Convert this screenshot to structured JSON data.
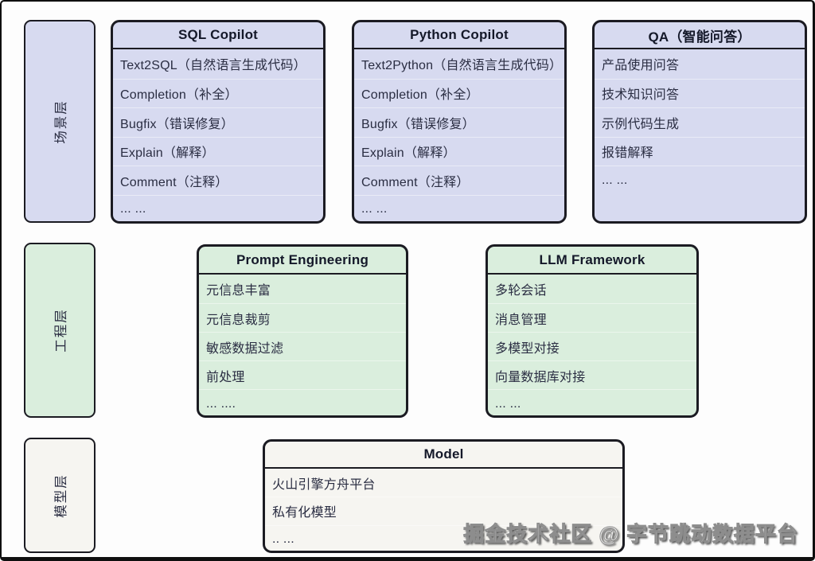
{
  "colors": {
    "background": "#fdfdfd",
    "frame_border": "#0f0f0f",
    "box_border": "#1b1b22",
    "scene_fill": "#d7daf0",
    "engineering_fill": "#daeedd",
    "model_fill": "#f6f5f1",
    "header_text": "#141829",
    "body_text": "#2a2d42"
  },
  "layer_labels": [
    {
      "label": "场景层"
    },
    {
      "label": "工程层"
    },
    {
      "label": "模型层"
    }
  ],
  "boxes": [
    {
      "title": "SQL Copilot",
      "items": [
        "Text2SQL（自然语言生成代码）",
        "Completion（补全）",
        "Bugfix（错误修复）",
        "Explain（解释）",
        "Comment（注释）",
        "... ..."
      ]
    },
    {
      "title": "Python Copilot",
      "items": [
        "Text2Python（自然语言生成代码）",
        "Completion（补全）",
        "Bugfix（错误修复）",
        "Explain（解释）",
        "Comment（注释）",
        "... ..."
      ]
    },
    {
      "title": "QA（智能问答）",
      "items": [
        "产品使用问答",
        "技术知识问答",
        "示例代码生成",
        "报错解释",
        "... ..."
      ]
    },
    {
      "title": "Prompt Engineering",
      "items": [
        "元信息丰富",
        "元信息裁剪",
        "敏感数据过滤",
        "前处理",
        "... ...."
      ]
    },
    {
      "title": "LLM Framework",
      "items": [
        "多轮会话",
        "消息管理",
        "多模型对接",
        "向量数据库对接",
        "... ..."
      ]
    },
    {
      "title": "Model",
      "items": [
        "火山引擎方舟平台",
        "私有化模型",
        ".. ..."
      ]
    }
  ],
  "watermark": "掘金技术社区 @ 字节跳动数据平台"
}
